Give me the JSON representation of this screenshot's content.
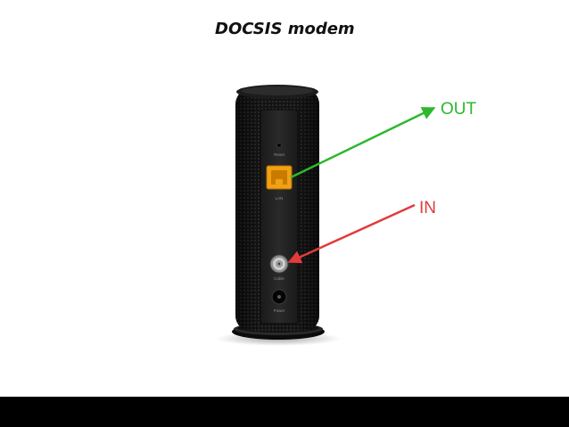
{
  "title": "DOCSIS modem",
  "labels": {
    "out": "OUT",
    "in": "IN"
  },
  "colors": {
    "out": "#2db82d",
    "in": "#e23b3b",
    "lan_port": "#f2a014",
    "footer": "#000000"
  },
  "device": {
    "port_labels": [
      "Reset",
      "LAN",
      "Cable",
      "Power"
    ]
  }
}
